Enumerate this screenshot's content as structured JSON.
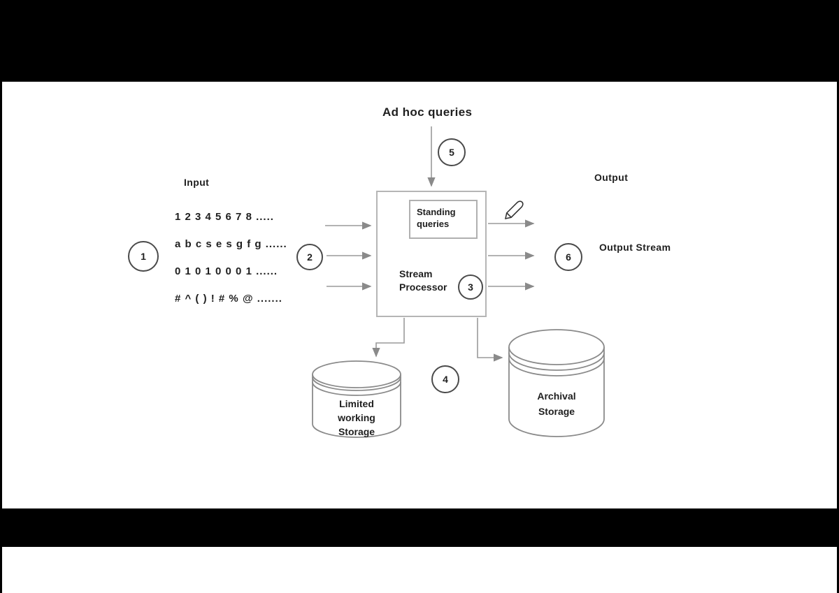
{
  "title": "Ad hoc queries",
  "input": {
    "label": "Input",
    "streams": [
      "1 2 3 4 5 6 7 8 .....",
      "a b c s e s g f g ......",
      "0 1 0 1 0 0 0 1 ......",
      "# ^ ( ) ! # % @ ......."
    ]
  },
  "output": {
    "label": "Output",
    "stream_label": "Output Stream"
  },
  "processor": {
    "standing_queries": "Standing queries",
    "name_line1": "Stream",
    "name_line2": "Processor"
  },
  "storage": {
    "working_line1": "Limited",
    "working_line2": "working",
    "working_line3": "Storage",
    "archival_line1": "Archival",
    "archival_line2": "Storage"
  },
  "steps": {
    "s1": "1",
    "s2": "2",
    "s3": "3",
    "s4": "4",
    "s5": "5",
    "s6": "6"
  },
  "icons": {
    "pencil": "pencil-icon"
  },
  "colors": {
    "frame": "#000000",
    "canvas": "#ffffff",
    "connector": "#9a9a9a",
    "box_border": "#b5b5b5",
    "cylinder_border": "#8a8a8a",
    "circle_border": "#4a4a4a",
    "text": "#1f1f1f"
  }
}
